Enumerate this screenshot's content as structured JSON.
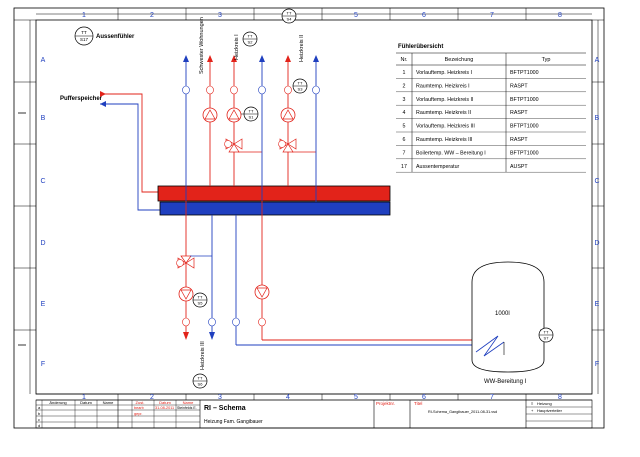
{
  "frame": {
    "col_labels": [
      "1",
      "2",
      "3",
      "4",
      "5",
      "6",
      "7",
      "8"
    ],
    "row_labels": [
      "A",
      "B",
      "C",
      "D",
      "E",
      "F"
    ]
  },
  "labels": {
    "aussenfuehler": "Aussenfühler",
    "pufferspeicher": "Pufferspeicher",
    "sw_wohnungen": "Schwester Wohnungen",
    "hk1": "Heizkreis I",
    "hk2": "Heizkreis II",
    "hk3": "Heizkreis III",
    "tank_volume": "1000l",
    "ww_bereitung": "WW-Bereitung I"
  },
  "sensors": {
    "s17": {
      "tag": "TT",
      "num": "S17"
    },
    "s2": {
      "tag": "TT",
      "num": "S2"
    },
    "s1": {
      "tag": "TT",
      "num": "S1"
    },
    "s4": {
      "tag": "TT",
      "num": "S4"
    },
    "s3": {
      "tag": "TT",
      "num": "S3"
    },
    "s5": {
      "tag": "TT",
      "num": "S5"
    },
    "s6": {
      "tag": "TT",
      "num": "S6"
    },
    "s7": {
      "tag": "TT",
      "num": "S7"
    }
  },
  "legend_table": {
    "title": "Fühlerübersicht",
    "headers": [
      "Nr.",
      "Bezeichung",
      "Typ"
    ],
    "rows": [
      [
        "1",
        "Vorlauftemp. Heizkreis I",
        "BFTPT1000"
      ],
      [
        "2",
        "Raumtemp. Heizkreis I",
        "RASPT"
      ],
      [
        "3",
        "Vorlauftemp. Heizkreis II",
        "BFTPT1000"
      ],
      [
        "4",
        "Raumtemp. Heizkreis II",
        "RASPT"
      ],
      [
        "5",
        "Vorlauftemp. Heizkreis III",
        "BFTPT1000"
      ],
      [
        "6",
        "Raumtemp. Heizkreis III",
        "RASPT"
      ],
      [
        "7",
        "Boilertemp. WW – Bereitung I",
        "BFTPT1000"
      ],
      [
        "17",
        "Aussentemperatur",
        "AUSPT"
      ]
    ]
  },
  "title_block": {
    "rev_headers": [
      "Änderung",
      "Datum",
      "Name"
    ],
    "rev_rows": [
      "a",
      "b",
      "c",
      "d"
    ],
    "date_headers": [
      "Zust.",
      "Datum",
      "Name"
    ],
    "bearb_label": "bearb",
    "bearb_date": "31-08-2011",
    "bearb_name": "Steinfelds E.",
    "gepr_label": "gepr.",
    "drawing_title": "RI – Schema",
    "drawing_subtitle": "Heizung Fam. Gangibauer",
    "projekt_label": "Projektnr.",
    "titel_label": "Titel",
    "file_name": "RI-Schema_Gangibauer_2011-08-31.vsd",
    "legend_items": [
      "Heizung",
      "Hauptverteiler"
    ]
  },
  "colors": {
    "supply": "#e2231a",
    "return": "#1f3fbf",
    "line": "#000000"
  }
}
